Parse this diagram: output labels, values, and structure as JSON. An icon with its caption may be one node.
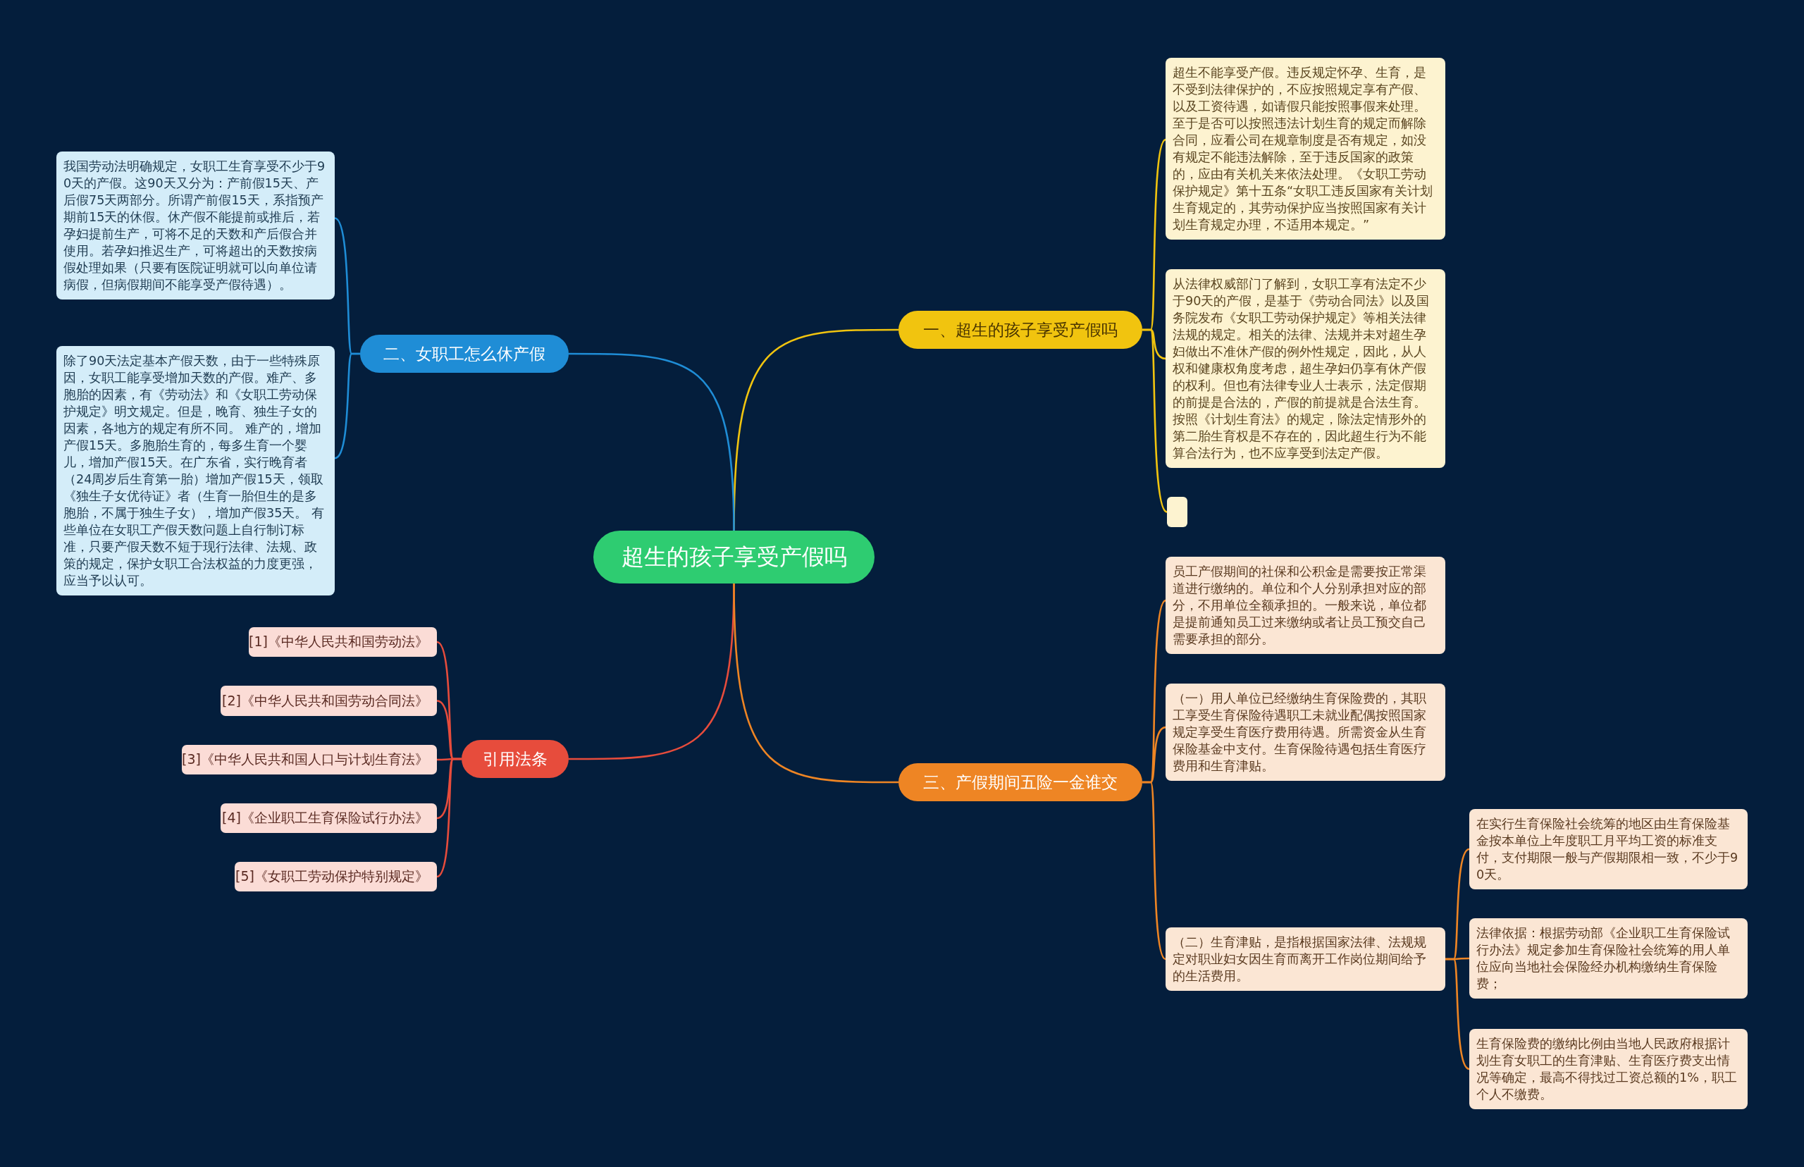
{
  "diagram": {
    "nodes": [
      {
        "text": [
          "超生的孩子享受产假吗"
        ]
      },
      {
        "text": [
          "一、超生的孩子享受产假吗"
        ]
      },
      {
        "text": [
          "超生不能享受产假。违反规定怀孕、生育，是不受到法律保护的，不应按照规定享有产假、以及工资待遇，如请假只能按照事假来处理。至于是否可以按照违法计划生育的规定而解除合同，应看公司在规章制度是否有规定，如没有规定不能违法解除，至于违反国家的政策的，应由有关机关来依法处理。《女职工劳动保护规定》第十五条“女职工违反国家有关计划生育规定的，其劳动保护应当按照国家有关计划生育规定办理，不适用本规定。”"
        ]
      },
      {
        "text": [
          "从法律权威部门了解到，女职工享有法定不少于90天的产假，是基于《劳动合同法》以及国务院发布《女职工劳动保护规定》等相关法律法规的规定。相关的法律、法规并未对超生孕妇做出不准休产假的例外性规定，因此，从人权和健康权角度考虑，超生孕妇仍享有休产假的权利。但也有法律专业人士表示，法定假期的前提是合法的，产假的前提就是合法生育。按照《计划生育法》的规定，除法定情形外的第二胎生育权是不存在的，因此超生行为不能算合法行为，也不应享受到法定产假。"
        ]
      },
      {
        "text": [],
        "shape": "box"
      },
      {
        "text": [
          "二、女职工怎么休产假"
        ]
      },
      {
        "text": [
          "我国劳动法明确规定，女职工生育享受不少于90天的产假。这90天又分为：产前假15天、产后假75天两部分。所谓产前假15天，系指预产期前15天的休假。休产假不能提前或推后，若孕妇提前生产，可将不足的天数和产后假合并使用。若孕妇推迟生产，可将超出的天数按病假处理如果（只要有医院证明就可以向单位请病假，但病假期间不能享受产假待遇）。"
        ]
      },
      {
        "text": [
          "除了90天法定基本产假天数，由于一些特殊原因，女职工能享受增加天数的产假。难产、多胞胎的因素，有《劳动法》和《女职工劳动保护规定》明文规定。但是，晚育、独生子女的因素，各地方的规定有所不同。 难产的，增加产假15天。多胞胎生育的，每多生育一个婴儿，增加产假15天。在广东省，实行晚育者（24周岁后生育第一胎）增加产假15天，领取《独生子女优待证》者（生育一胎但生的是多胞胎，不属于独生子女），增加产假35天。 有些单位在女职工产假天数问题上自行制订标准，只要产假天数不短于现行法律、法规、政策的规定，保护女职工合法权益的力度更强，应当予以认可。"
        ]
      },
      {
        "text": [
          "引用法条"
        ]
      },
      {
        "text": [
          "[1]《中华人民共和国劳动法》"
        ]
      },
      {
        "text": [
          "[2]《中华人民共和国劳动合同法》"
        ]
      },
      {
        "text": [
          "[3]《中华人民共和国人口与计划生育法》"
        ]
      },
      {
        "text": [
          "[4]《企业职工生育保险试行办法》"
        ]
      },
      {
        "text": [
          "[5]《女职工劳动保护特别规定》"
        ]
      },
      {
        "text": [
          "三、产假期间五险一金谁交"
        ]
      },
      {
        "text": [
          "员工产假期间的社保和公积金是需要按正常渠道进行缴纳的。单位和个人分别承担对应的部分，不用单位全额承担的。一般来说，单位都是提前通知员工过来缴纳或者让员工预交自己需要承担的部分。"
        ]
      },
      {
        "text": [
          "（一）用人单位已经缴纳生育保险费的，其职工享受生育保险待遇职工未就业配偶按照国家规定享受生育医疗费用待遇。所需资金从生育保险基金中支付。生育保险待遇包括生育医疗费用和生育津贴。"
        ]
      },
      {
        "text": [
          "（二）生育津贴，是指根据国家法律、法规规定对职业妇女因生育而离开工作岗位期间给予的生活费用。"
        ]
      },
      {
        "text": [
          "在实行生育保险社会统筹的地区由生育保险基金按本单位上年度职工月平均工资的标准支付，支付期限一般与产假期限相一致，不少于90天。"
        ]
      },
      {
        "text": [
          "法律依据：根据劳动部《企业职工生育保险试行办法》规定参加生育保险社会统筹的用人单位应向当地社会保险经办机构缴纳生育保险费；"
        ]
      },
      {
        "text": [
          "生育保险费的缴纳比例由当地人民政府根据计划生育女职工的生育津贴、生育医疗费支出情况等确定，最高不得找过工资总额的1%，职工个人不缴费。"
        ]
      }
    ],
    "edges": [
      {
        "from": 0,
        "to": 1,
        "arrow": "none",
        "color": "#f1c40f"
      },
      {
        "from": 1,
        "to": 2,
        "arrow": "none",
        "color": "#f1c40f"
      },
      {
        "from": 1,
        "to": 3,
        "arrow": "none",
        "color": "#f1c40f"
      },
      {
        "from": 1,
        "to": 4,
        "arrow": "none",
        "color": "#f1c40f"
      },
      {
        "from": 0,
        "to": 5,
        "arrow": "none",
        "color": "#1f8dd6"
      },
      {
        "from": 5,
        "to": 6,
        "arrow": "none",
        "color": "#1f8dd6"
      },
      {
        "from": 5,
        "to": 7,
        "arrow": "none",
        "color": "#1f8dd6"
      },
      {
        "from": 0,
        "to": 8,
        "arrow": "none",
        "color": "#e74c3c"
      },
      {
        "from": 8,
        "to": 9,
        "arrow": "none",
        "color": "#e74c3c"
      },
      {
        "from": 8,
        "to": 10,
        "arrow": "none",
        "color": "#e74c3c"
      },
      {
        "from": 8,
        "to": 11,
        "arrow": "none",
        "color": "#e74c3c"
      },
      {
        "from": 8,
        "to": 12,
        "arrow": "none",
        "color": "#e74c3c"
      },
      {
        "from": 8,
        "to": 13,
        "arrow": "none",
        "color": "#e74c3c"
      },
      {
        "from": 0,
        "to": 14,
        "arrow": "none"
      },
      {
        "from": 14,
        "to": 15,
        "arrow": "none"
      },
      {
        "from": 14,
        "to": 16,
        "arrow": "none"
      },
      {
        "from": 14,
        "to": 17,
        "arrow": "none"
      },
      {
        "from": 17,
        "to": 18,
        "arrow": "none"
      },
      {
        "from": 17,
        "to": 19,
        "arrow": "none"
      },
      {
        "from": 17,
        "to": 20,
        "arrow": "none"
      }
    ]
  }
}
